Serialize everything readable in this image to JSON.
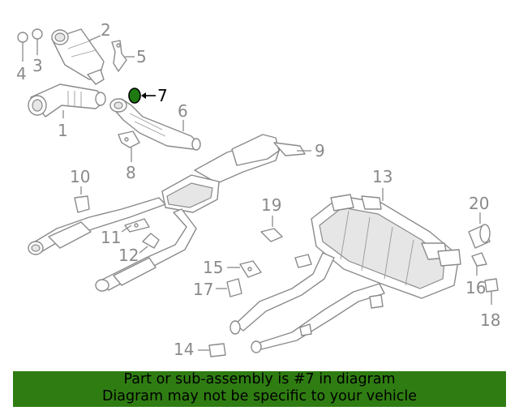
{
  "callouts": {
    "c1": "1",
    "c2": "2",
    "c3": "3",
    "c4": "4",
    "c5": "5",
    "c6": "6",
    "c7": "7",
    "c8": "8",
    "c9": "9",
    "c10": "10",
    "c11": "11",
    "c12": "12",
    "c13": "13",
    "c14": "14",
    "c15": "15",
    "c16": "16",
    "c17": "17",
    "c18": "18",
    "c19": "19",
    "c20": "20"
  },
  "highlight": {
    "part": "7",
    "color": "#1f7a12"
  },
  "banner": {
    "line1": "Part or sub-assembly is #7 in diagram",
    "line2": "Diagram may not be specific to your vehicle",
    "color": "#2f7d12"
  }
}
